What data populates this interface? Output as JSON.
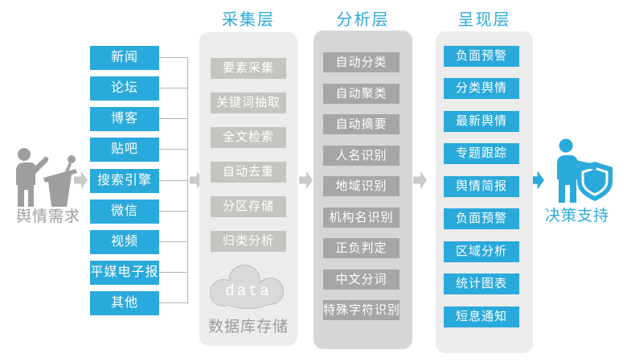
{
  "colors": {
    "blue": "#2AA9DB",
    "panel_light": "#ECECEC",
    "panel_dark": "#D6D6D6",
    "box_gray_light": "#C3C6C0",
    "box_gray_dark": "#A6A6A4",
    "connector_line": "#B3B3B3",
    "arrow_gray": "#C9C9C9",
    "icon_gray": "#9E9E9E",
    "label_gray": "#9B9B9B",
    "cloud_fill": "#D9D9D9",
    "cloud_stroke": "#BDBDBD"
  },
  "left": {
    "label": "舆情需求",
    "sources": [
      "新闻",
      "论坛",
      "博客",
      "贴吧",
      "搜索引擎",
      "微信",
      "视频",
      "平媒电子报",
      "其他"
    ]
  },
  "layers": [
    {
      "title": "采集层",
      "items": [
        "要素采集",
        "关键词抽取",
        "全文检索",
        "自动去重",
        "分区存储",
        "归类分析"
      ],
      "cloud_label": "data",
      "footer": "数据库存储"
    },
    {
      "title": "分析层",
      "items": [
        "自动分类",
        "自动聚类",
        "自动摘要",
        "人名识别",
        "地域识别",
        "机构名识别",
        "正负判定",
        "中文分词",
        "特殊字符识别"
      ]
    },
    {
      "title": "呈现层",
      "items": [
        "负面预警",
        "分类舆情",
        "最新舆情",
        "专题跟踪",
        "舆情简报",
        "负面预警",
        "区域分析",
        "统计图表",
        "短息通知"
      ]
    }
  ],
  "right": {
    "label": "决策支持"
  }
}
